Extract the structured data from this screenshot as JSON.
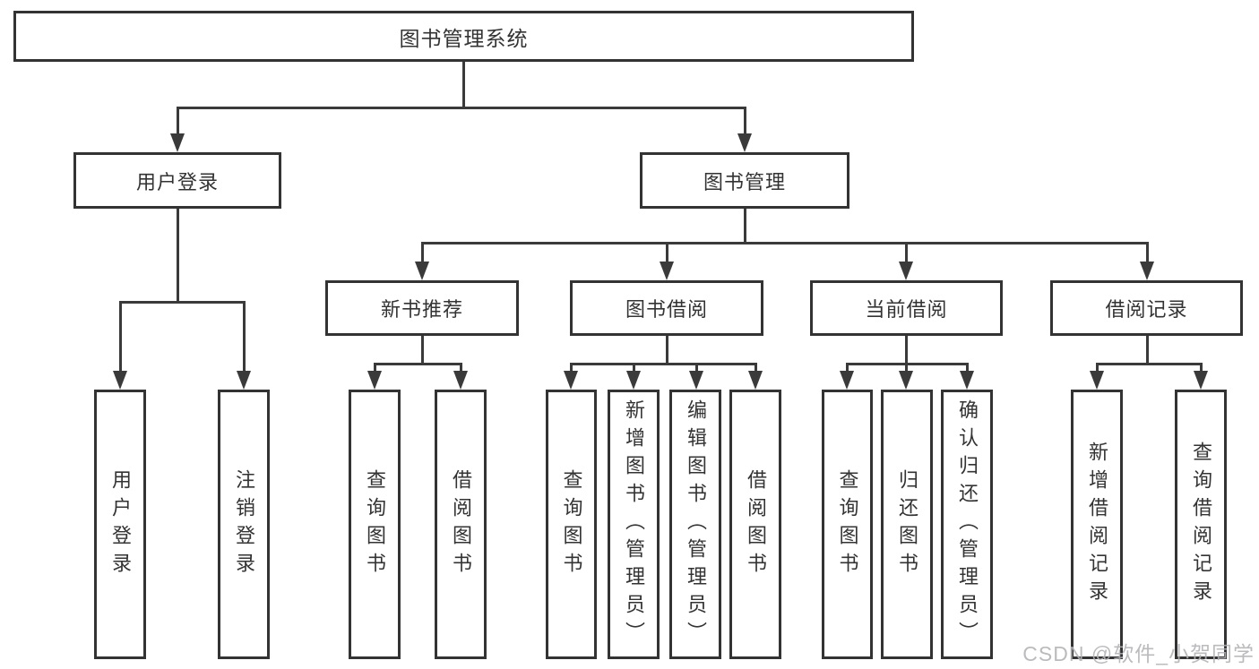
{
  "diagram": {
    "tree": {
      "root": "图书管理系统",
      "level2": {
        "user_login": "用户登录",
        "book_management": "图书管理"
      },
      "level3": {
        "new_book_recommend": "新书推荐",
        "book_borrow": "图书借阅",
        "current_borrow": "当前借阅",
        "borrow_records": "借阅记录"
      },
      "leaves": {
        "user": [
          "用户登录",
          "注销登录"
        ],
        "recommend": [
          "查询图书",
          "借阅图书"
        ],
        "borrow": [
          "查询图书",
          "新增图书（管理员）",
          "编辑图书（管理员）",
          "借阅图书"
        ],
        "current": [
          "查询图书",
          "归还图书",
          "确认归还（管理员）"
        ],
        "records": [
          "新增借阅记录",
          "查询借阅记录"
        ]
      }
    },
    "colors": {
      "line": "#3a3a3a",
      "box_border": "#333333",
      "text": "#333333",
      "background": "#ffffff",
      "watermark": "#b2b2b6"
    }
  },
  "watermark": {
    "text": "CSDN @软件_小贺同学"
  }
}
